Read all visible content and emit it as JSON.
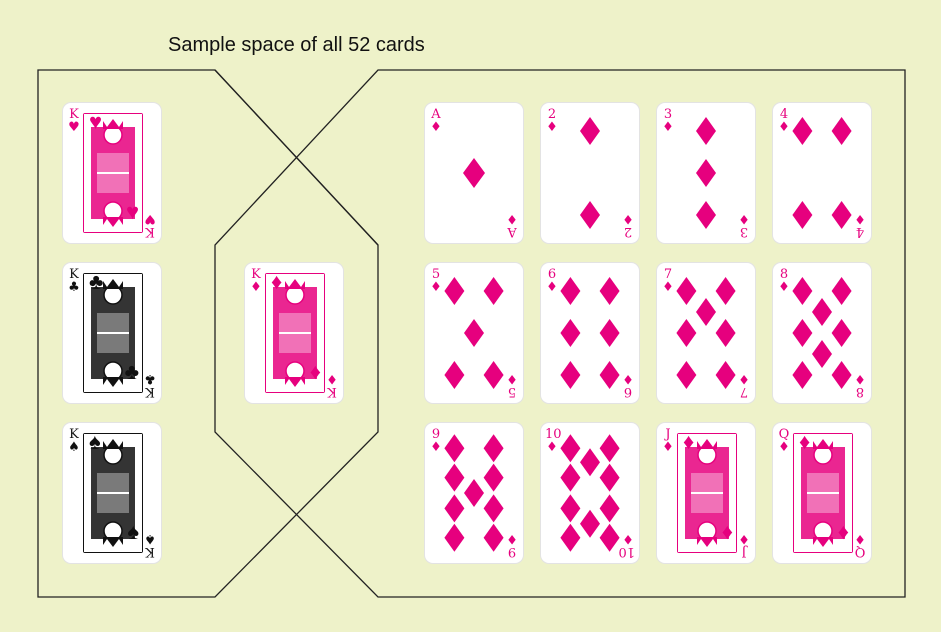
{
  "title": "Sample space of all 52 cards",
  "colors": {
    "background": "#eef2c9",
    "red": "#e6007e",
    "black": "#111111",
    "line": "#222222"
  },
  "left_cards": [
    {
      "rank": "K",
      "suit": "♥",
      "suit_name": "hearts",
      "color": "red"
    },
    {
      "rank": "K",
      "suit": "♣",
      "suit_name": "clubs",
      "color": "black"
    },
    {
      "rank": "K",
      "suit": "♠",
      "suit_name": "spades",
      "color": "black"
    }
  ],
  "center_card": {
    "rank": "K",
    "suit": "♦",
    "suit_name": "diamonds",
    "color": "red"
  },
  "diamond_cards": [
    {
      "rank": "A",
      "suit": "♦",
      "pips": 1
    },
    {
      "rank": "2",
      "suit": "♦",
      "pips": 2
    },
    {
      "rank": "3",
      "suit": "♦",
      "pips": 3
    },
    {
      "rank": "4",
      "suit": "♦",
      "pips": 4
    },
    {
      "rank": "5",
      "suit": "♦",
      "pips": 5
    },
    {
      "rank": "6",
      "suit": "♦",
      "pips": 6
    },
    {
      "rank": "7",
      "suit": "♦",
      "pips": 7
    },
    {
      "rank": "8",
      "suit": "♦",
      "pips": 8
    },
    {
      "rank": "9",
      "suit": "♦",
      "pips": 9
    },
    {
      "rank": "10",
      "suit": "♦",
      "pips": 10
    },
    {
      "rank": "J",
      "suit": "♦",
      "pips": 0
    },
    {
      "rank": "Q",
      "suit": "♦",
      "pips": 0
    }
  ]
}
